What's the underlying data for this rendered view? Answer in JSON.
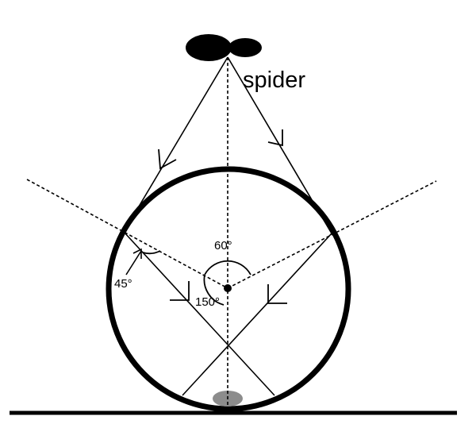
{
  "labels": {
    "spider": "spider",
    "angle_top": "60°",
    "angle_inner": "150°",
    "angle_edge": "45°"
  },
  "colors": {
    "ink": "#000000",
    "drop": "#8c8c8c",
    "background": "#ffffff"
  }
}
